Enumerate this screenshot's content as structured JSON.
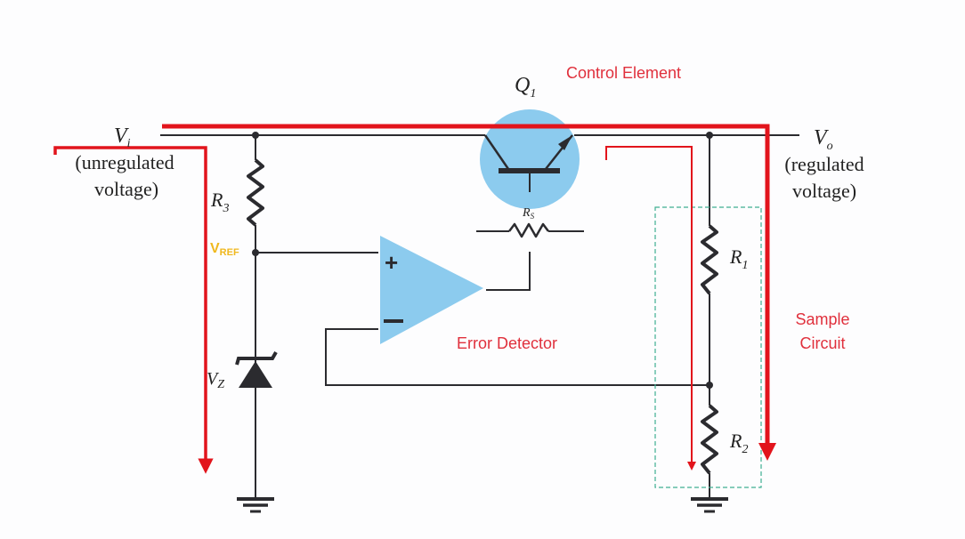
{
  "diagram": {
    "title": "Series voltage regulator block diagram",
    "colors": {
      "wire": "#2b2b2f",
      "flow": "#e2141c",
      "highlight": "#8ccbee",
      "label_red": "#e0303c",
      "vref": "#f0b81e",
      "sample_box": "#3fae92"
    },
    "input": {
      "symbol": "V",
      "subscript": "i",
      "caption_line1": "(unregulated",
      "caption_line2": "voltage)"
    },
    "output": {
      "symbol": "V",
      "subscript": "o",
      "caption_line1": "(regulated",
      "caption_line2": "voltage)"
    },
    "components": {
      "q1": {
        "symbol": "Q",
        "subscript": "1",
        "role": "Control Element"
      },
      "rs": {
        "symbol": "R",
        "subscript": "S"
      },
      "r3": {
        "symbol": "R",
        "subscript": "3"
      },
      "r1": {
        "symbol": "R",
        "subscript": "1"
      },
      "r2": {
        "symbol": "R",
        "subscript": "2"
      },
      "vz": {
        "symbol": "V",
        "subscript": "Z"
      },
      "vref": {
        "symbol": "V",
        "subscript": "REF"
      },
      "opamp": {
        "plus": "+",
        "minus": "−",
        "role": "Error Detector"
      }
    },
    "blocks": {
      "sample_circuit_line1": "Sample",
      "sample_circuit_line2": "Circuit"
    }
  }
}
